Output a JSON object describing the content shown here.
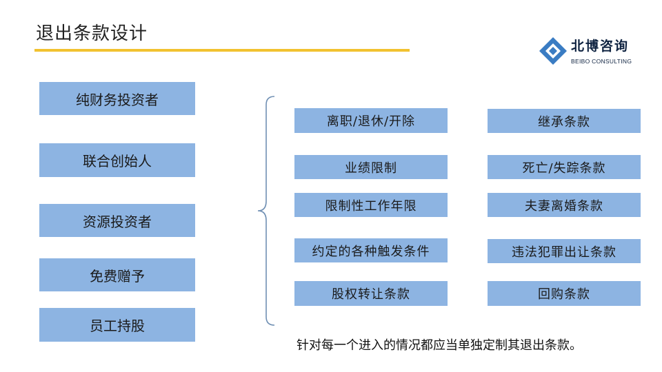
{
  "header": {
    "title": "退出条款设计"
  },
  "logo": {
    "name_cn": "北博咨询",
    "name_en": "BEIBO CONSULTING",
    "icon": "diamond-logo-icon",
    "color": "#3a7cc3"
  },
  "left_categories": [
    "纯财务投资者",
    "联合创始人",
    "资源投资者",
    "免费赠予",
    "员工持股"
  ],
  "clauses_left": [
    "离职/退休/开除",
    "业绩限制",
    "限制性工作年限",
    "约定的各种触发条件",
    "股权转让条款"
  ],
  "clauses_right": [
    "继承条款",
    "死亡/失踪条款",
    "夫妻离婚条款",
    "违法犯罪出让条款",
    "回购条款"
  ],
  "footer": {
    "note": "针对每一个进入的情况都应当单独定制其退出条款。"
  },
  "colors": {
    "box_fill": "#8db4e2",
    "accent_bar": "#f2c230",
    "brace": "#6f8fb3"
  }
}
